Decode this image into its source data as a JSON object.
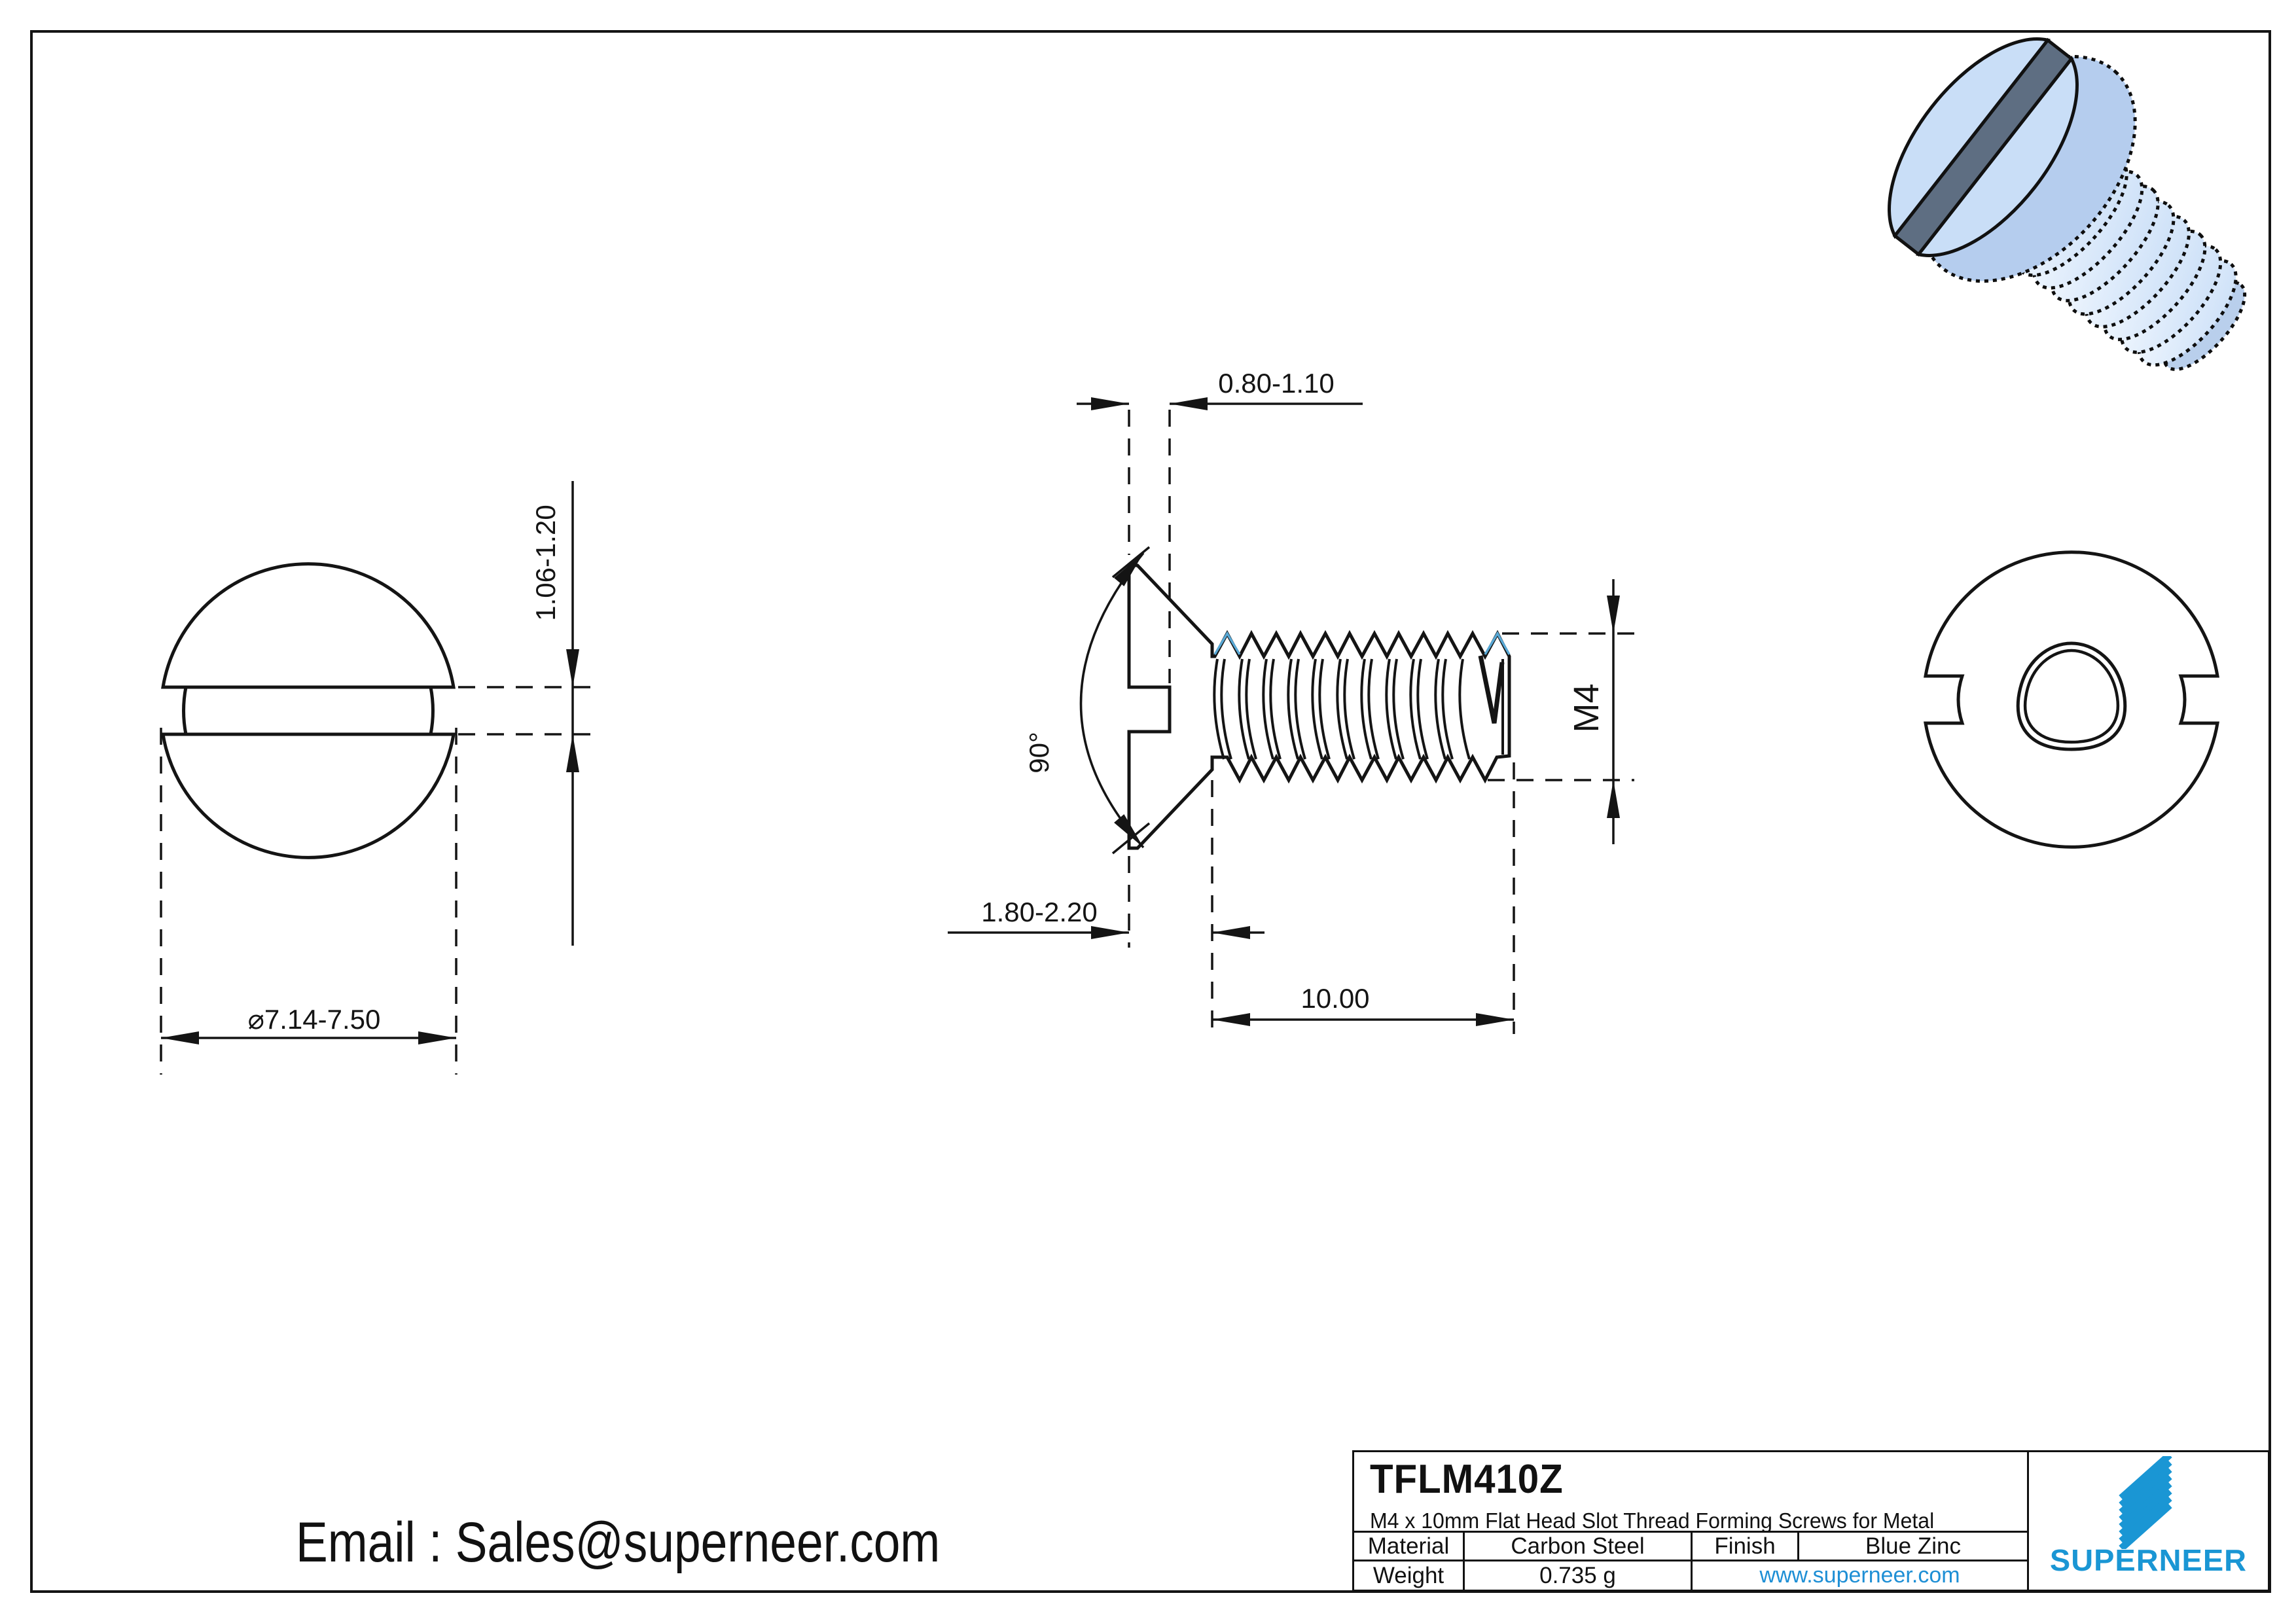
{
  "colors": {
    "line": "#141414",
    "accent_blue": "#1a96d4",
    "link_blue": "#1e8fd5",
    "thread_highlight_cyan": "#58a8d5",
    "screw_body_blue": "#c9def7",
    "screw_slot_gray": "#5e6e82"
  },
  "email_line": "Email : Sales@superneer.com",
  "views": {
    "front": {
      "slot_width": "1.06-1.20",
      "head_diameter": "⌀7.14-7.50"
    },
    "side": {
      "slot_depth": "0.80-1.10",
      "countersink_angle": "90°",
      "head_height": "1.80-2.20",
      "thread_length": "10.00",
      "thread_size": "M4"
    }
  },
  "title_block": {
    "part_number": "TFLM410Z",
    "description": "M4 x 10mm Flat Head Slot Thread Forming Screws for Metal",
    "material_label": "Material",
    "material_value": "Carbon Steel",
    "finish_label": "Finish",
    "finish_value": "Blue Zinc",
    "weight_label": "Weight",
    "weight_value": "0.735 g",
    "website": "www.superneer.com",
    "brand": "SUPERNEER"
  }
}
